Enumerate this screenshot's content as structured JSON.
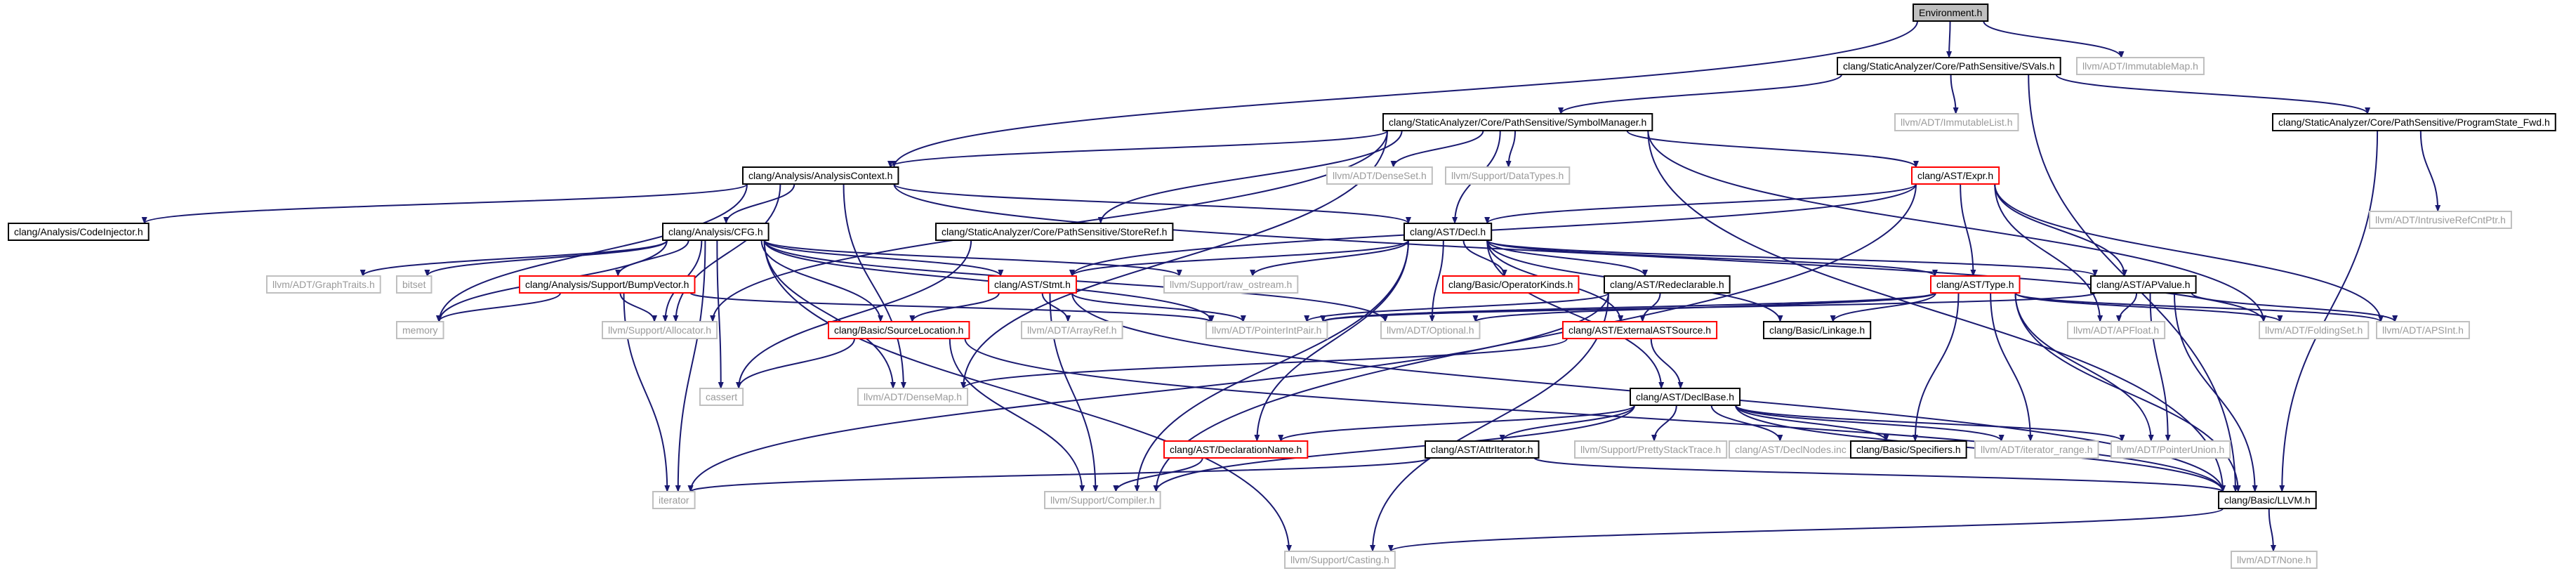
{
  "colors": {
    "edge": "#191970",
    "root_fill": "#bfbfbf",
    "documented_border": "#000000",
    "incomplete_border": "#ff0000",
    "external_border": "#bfbfbf",
    "external_text": "#9a9a9a",
    "text": "#000000"
  },
  "nodes": [
    {
      "id": "env",
      "label": "Environment.h",
      "kind": "root"
    },
    {
      "id": "svals",
      "label": "clang/StaticAnalyzer/Core/PathSensitive/SVals.h",
      "kind": "documented"
    },
    {
      "id": "immap",
      "label": "llvm/ADT/ImmutableMap.h",
      "kind": "external"
    },
    {
      "id": "symmgr",
      "label": "clang/StaticAnalyzer/Core/PathSensitive/SymbolManager.h",
      "kind": "documented"
    },
    {
      "id": "imlist",
      "label": "llvm/ADT/ImmutableList.h",
      "kind": "external"
    },
    {
      "id": "psfwd",
      "label": "clang/StaticAnalyzer/Core/PathSensitive/ProgramState_Fwd.h",
      "kind": "documented"
    },
    {
      "id": "actx",
      "label": "clang/Analysis/AnalysisContext.h",
      "kind": "documented"
    },
    {
      "id": "denseset",
      "label": "llvm/ADT/DenseSet.h",
      "kind": "external"
    },
    {
      "id": "datatypes",
      "label": "llvm/Support/DataTypes.h",
      "kind": "external"
    },
    {
      "id": "expr",
      "label": "clang/AST/Expr.h",
      "kind": "incomplete"
    },
    {
      "id": "intrusive",
      "label": "llvm/ADT/IntrusiveRefCntPtr.h",
      "kind": "external"
    },
    {
      "id": "codeinj",
      "label": "clang/Analysis/CodeInjector.h",
      "kind": "documented"
    },
    {
      "id": "cfg",
      "label": "clang/Analysis/CFG.h",
      "kind": "documented"
    },
    {
      "id": "storeref",
      "label": "clang/StaticAnalyzer/Core/PathSensitive/StoreRef.h",
      "kind": "documented"
    },
    {
      "id": "decl",
      "label": "clang/AST/Decl.h",
      "kind": "documented"
    },
    {
      "id": "graphtraits",
      "label": "llvm/ADT/GraphTraits.h",
      "kind": "external"
    },
    {
      "id": "bitset",
      "label": "bitset",
      "kind": "external"
    },
    {
      "id": "bumpvector",
      "label": "clang/Analysis/Support/BumpVector.h",
      "kind": "incomplete"
    },
    {
      "id": "stmt",
      "label": "clang/AST/Stmt.h",
      "kind": "incomplete"
    },
    {
      "id": "rawostream",
      "label": "llvm/Support/raw_ostream.h",
      "kind": "external"
    },
    {
      "id": "opkinds",
      "label": "clang/Basic/OperatorKinds.h",
      "kind": "incomplete"
    },
    {
      "id": "redecl",
      "label": "clang/AST/Redeclarable.h",
      "kind": "documented"
    },
    {
      "id": "type",
      "label": "clang/AST/Type.h",
      "kind": "incomplete"
    },
    {
      "id": "apvalue",
      "label": "clang/AST/APValue.h",
      "kind": "documented"
    },
    {
      "id": "memory",
      "label": "memory",
      "kind": "external"
    },
    {
      "id": "allocator",
      "label": "llvm/Support/Allocator.h",
      "kind": "external"
    },
    {
      "id": "srcloc",
      "label": "clang/Basic/SourceLocation.h",
      "kind": "incomplete"
    },
    {
      "id": "arrayref",
      "label": "llvm/ADT/ArrayRef.h",
      "kind": "external"
    },
    {
      "id": "ptrintpair",
      "label": "llvm/ADT/PointerIntPair.h",
      "kind": "external"
    },
    {
      "id": "optional",
      "label": "llvm/ADT/Optional.h",
      "kind": "external"
    },
    {
      "id": "extsrc",
      "label": "clang/AST/ExternalASTSource.h",
      "kind": "incomplete"
    },
    {
      "id": "linkage",
      "label": "clang/Basic/Linkage.h",
      "kind": "documented"
    },
    {
      "id": "apfloat",
      "label": "llvm/ADT/APFloat.h",
      "kind": "external"
    },
    {
      "id": "foldingset",
      "label": "llvm/ADT/FoldingSet.h",
      "kind": "external"
    },
    {
      "id": "apsint",
      "label": "llvm/ADT/APSInt.h",
      "kind": "external"
    },
    {
      "id": "cassert",
      "label": "cassert",
      "kind": "external"
    },
    {
      "id": "densemap",
      "label": "llvm/ADT/DenseMap.h",
      "kind": "external"
    },
    {
      "id": "declbase",
      "label": "clang/AST/DeclBase.h",
      "kind": "documented"
    },
    {
      "id": "declname",
      "label": "clang/AST/DeclarationName.h",
      "kind": "incomplete"
    },
    {
      "id": "attriter",
      "label": "clang/AST/AttrIterator.h",
      "kind": "documented"
    },
    {
      "id": "prettystack",
      "label": "llvm/Support/PrettyStackTrace.h",
      "kind": "external"
    },
    {
      "id": "declnodes",
      "label": "clang/AST/DeclNodes.inc",
      "kind": "external"
    },
    {
      "id": "specifiers",
      "label": "clang/Basic/Specifiers.h",
      "kind": "documented"
    },
    {
      "id": "iterrange",
      "label": "llvm/ADT/iterator_range.h",
      "kind": "external"
    },
    {
      "id": "ptrunion",
      "label": "llvm/ADT/PointerUnion.h",
      "kind": "external"
    },
    {
      "id": "iterator",
      "label": "iterator",
      "kind": "external"
    },
    {
      "id": "compiler",
      "label": "llvm/Support/Compiler.h",
      "kind": "external"
    },
    {
      "id": "llvmh",
      "label": "clang/Basic/LLVM.h",
      "kind": "documented"
    },
    {
      "id": "casting",
      "label": "llvm/Support/Casting.h",
      "kind": "external"
    },
    {
      "id": "none",
      "label": "llvm/ADT/None.h",
      "kind": "external"
    }
  ],
  "edges": [
    [
      "env",
      "svals"
    ],
    [
      "env",
      "immap"
    ],
    [
      "env",
      "actx"
    ],
    [
      "svals",
      "symmgr"
    ],
    [
      "svals",
      "imlist"
    ],
    [
      "svals",
      "psfwd"
    ],
    [
      "svals",
      "llvmh"
    ],
    [
      "psfwd",
      "intrusive"
    ],
    [
      "psfwd",
      "llvmh"
    ],
    [
      "symmgr",
      "actx"
    ],
    [
      "symmgr",
      "denseset"
    ],
    [
      "symmgr",
      "datatypes"
    ],
    [
      "symmgr",
      "expr"
    ],
    [
      "symmgr",
      "decl"
    ],
    [
      "symmgr",
      "storeref"
    ],
    [
      "symmgr",
      "foldingset"
    ],
    [
      "symmgr",
      "allocator"
    ],
    [
      "symmgr",
      "densemap"
    ],
    [
      "symmgr",
      "llvmh"
    ],
    [
      "actx",
      "codeinj"
    ],
    [
      "actx",
      "cfg"
    ],
    [
      "actx",
      "decl"
    ],
    [
      "actx",
      "allocator"
    ],
    [
      "actx",
      "densemap"
    ],
    [
      "actx",
      "foldingset"
    ],
    [
      "actx",
      "memory"
    ],
    [
      "expr",
      "decl"
    ],
    [
      "expr",
      "type"
    ],
    [
      "expr",
      "apvalue"
    ],
    [
      "expr",
      "stmt"
    ],
    [
      "expr",
      "apsint"
    ],
    [
      "expr",
      "apfloat"
    ],
    [
      "expr",
      "compiler"
    ],
    [
      "cfg",
      "graphtraits"
    ],
    [
      "cfg",
      "bitset"
    ],
    [
      "cfg",
      "bumpvector"
    ],
    [
      "cfg",
      "stmt"
    ],
    [
      "cfg",
      "rawostream"
    ],
    [
      "cfg",
      "memory"
    ],
    [
      "cfg",
      "allocator"
    ],
    [
      "cfg",
      "srcloc"
    ],
    [
      "cfg",
      "ptrintpair"
    ],
    [
      "cfg",
      "optional"
    ],
    [
      "cfg",
      "densemap"
    ],
    [
      "cfg",
      "cassert"
    ],
    [
      "cfg",
      "iterator"
    ],
    [
      "cfg",
      "casting"
    ],
    [
      "storeref",
      "cassert"
    ],
    [
      "decl",
      "rawostream"
    ],
    [
      "decl",
      "opkinds"
    ],
    [
      "decl",
      "redecl"
    ],
    [
      "decl",
      "type"
    ],
    [
      "decl",
      "apvalue"
    ],
    [
      "decl",
      "extsrc"
    ],
    [
      "decl",
      "linkage"
    ],
    [
      "decl",
      "optional"
    ],
    [
      "decl",
      "declbase"
    ],
    [
      "decl",
      "declname"
    ],
    [
      "decl",
      "stmt"
    ],
    [
      "decl",
      "compiler"
    ],
    [
      "bumpvector",
      "memory"
    ],
    [
      "bumpvector",
      "allocator"
    ],
    [
      "bumpvector",
      "ptrintpair"
    ],
    [
      "bumpvector",
      "iterator"
    ],
    [
      "stmt",
      "srcloc"
    ],
    [
      "stmt",
      "arrayref"
    ],
    [
      "stmt",
      "ptrintpair"
    ],
    [
      "stmt",
      "compiler"
    ],
    [
      "stmt",
      "llvmh"
    ],
    [
      "redecl",
      "ptrintpair"
    ],
    [
      "redecl",
      "extsrc"
    ],
    [
      "redecl",
      "iterator"
    ],
    [
      "redecl",
      "casting"
    ],
    [
      "type",
      "ptrintpair"
    ],
    [
      "type",
      "optional"
    ],
    [
      "type",
      "linkage"
    ],
    [
      "type",
      "foldingset"
    ],
    [
      "type",
      "apsint"
    ],
    [
      "type",
      "specifiers"
    ],
    [
      "type",
      "iterrange"
    ],
    [
      "type",
      "ptrunion"
    ],
    [
      "type",
      "llvmh"
    ],
    [
      "apvalue",
      "apfloat"
    ],
    [
      "apvalue",
      "apsint"
    ],
    [
      "apvalue",
      "ptrintpair"
    ],
    [
      "apvalue",
      "ptrunion"
    ],
    [
      "apvalue",
      "llvmh"
    ],
    [
      "srcloc",
      "cassert"
    ],
    [
      "srcloc",
      "compiler"
    ],
    [
      "srcloc",
      "llvmh"
    ],
    [
      "extsrc",
      "declbase"
    ],
    [
      "extsrc",
      "densemap"
    ],
    [
      "declbase",
      "declname"
    ],
    [
      "declbase",
      "attriter"
    ],
    [
      "declbase",
      "prettystack"
    ],
    [
      "declbase",
      "declnodes"
    ],
    [
      "declbase",
      "specifiers"
    ],
    [
      "declbase",
      "iterrange"
    ],
    [
      "declbase",
      "ptrunion"
    ],
    [
      "declbase",
      "compiler"
    ],
    [
      "declbase",
      "llvmh"
    ],
    [
      "declname",
      "compiler"
    ],
    [
      "attriter",
      "iterator"
    ],
    [
      "attriter",
      "llvmh"
    ],
    [
      "llvmh",
      "casting"
    ],
    [
      "llvmh",
      "none"
    ]
  ]
}
